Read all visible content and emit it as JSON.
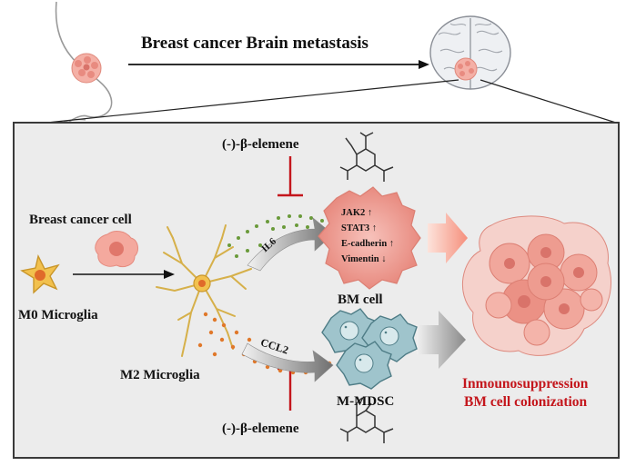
{
  "header": {
    "title": "Breast cancer Brain metastasis"
  },
  "labels": {
    "drug_top": "(-)-β-elemene",
    "drug_bottom": "(-)-β-elemene",
    "breast_cancer_cell": "Breast cancer cell",
    "m0_microglia": "M0 Microglia",
    "m2_microglia": "M2 Microglia",
    "il6": "IL6",
    "ccl2": "CCL2",
    "bm_cell": "BM cell",
    "m_mdsc": "M-MDSC"
  },
  "bm_markers": [
    {
      "text": "JAK2",
      "arrow": "↑"
    },
    {
      "text": "STAT3",
      "arrow": "↑"
    },
    {
      "text": "E-cadherin",
      "arrow": "↑"
    },
    {
      "text": "Vimentin",
      "arrow": "↓"
    }
  ],
  "outcome": {
    "line1": "Inmounosuppression",
    "line2": "BM cell colonization"
  },
  "colors": {
    "accent_red": "#c4161c",
    "tumor_pink": "#f0a39a",
    "microglia_yellow": "#f2c14e",
    "mdsc_teal": "#9fc4cc",
    "il6_dots": "#6a9a3a",
    "ccl2_dots": "#e0782a"
  }
}
